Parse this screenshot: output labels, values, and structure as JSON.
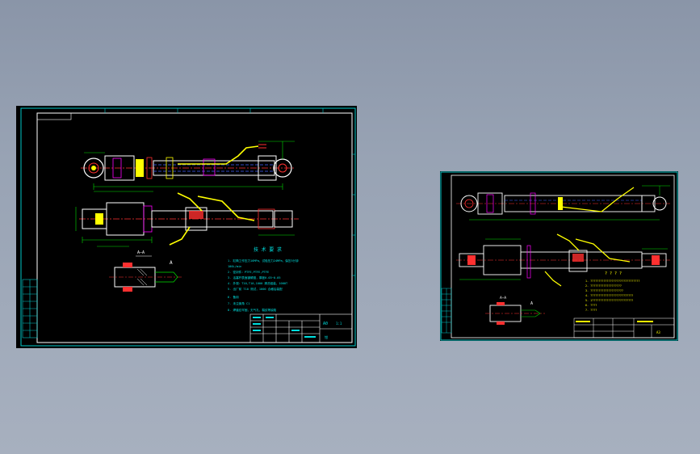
{
  "drawings": [
    {
      "section_marker": "A",
      "scale_label": "A—A",
      "notes_title": "技 术 要 求",
      "notes": [
        "1. 缸筒工作压力16MPa，试验压力24MPa，保压5分钟",
        "   100L/min",
        "2. 密封件：PTFE,PTFE,PTFE",
        "3. 活塞杆表面镀硬铬，厚度0.03~0.05",
        "4. 外观：T10,T10,1000 清洗组装，1000T",
        "5. 出厂前 T10 测试，1000 合格后装配",
        "6. 备用",
        "7. 未注倒角 C1",
        "8. 焊缝应牢固，无气孔、裂纹等缺陷"
      ],
      "title_block_code": "A0",
      "title_block_scale": "1:1",
      "title_block_side": "钳"
    },
    {
      "section_marker": "A",
      "scale_label": "A—A",
      "notes_title": "? ? ? ?",
      "notes": [
        "1. ??????????????????????????????",
        "2. ???????????????????",
        "3. ????????????????????",
        "4. ??????????????????????????",
        "5. 1?????????????????????????",
        "6. ????",
        "7. ????"
      ],
      "title_block_code": "A3"
    }
  ],
  "colors": {
    "background_top": "#8a95a8",
    "background_bottom": "#a7b0bf",
    "sheet": "#000000",
    "border": "#00c8c8",
    "outline": "#ffffff",
    "dimension": "#00e000",
    "center": "#ff3030",
    "hidden": "#4060ff",
    "hose": "#ffff00",
    "accent": "#ff00ff",
    "notes": "#00e0e0"
  }
}
